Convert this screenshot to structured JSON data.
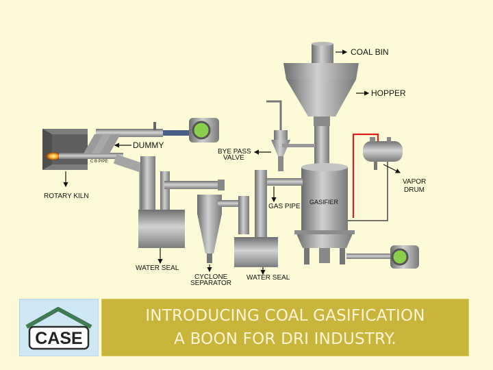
{
  "diagram": {
    "labels": {
      "coal_bin": "COAL BIN",
      "hopper": "HOPPER",
      "dummy": "DUMMY",
      "cb_pipe": "C B PIPE",
      "bye_pass_line1": "BYE PASS",
      "bye_pass_line2": "VALVE",
      "vapor_line1": "VAPOR",
      "vapor_line2": "DRUM",
      "rotary_kiln": "ROTARY KILN",
      "gas_pipe": "GAS PIPE",
      "gasifier": "GASIFIER",
      "water_seal_left": "WATER SEAL",
      "water_seal_right": "WATER SEAL",
      "cyclone_line1": "CYCLONE",
      "cyclone_line2": "SEPARATOR"
    }
  },
  "logo": {
    "text": "CASE"
  },
  "banner": {
    "line1": "INTRODUCING COAL GASIFICATION",
    "line2": "A BOON FOR DRI INDUSTRY."
  },
  "colors": {
    "background": "#fdfbd7",
    "banner": "#c9b43c",
    "banner_text": "#fdf6d6",
    "equipment": "#9a9a9a",
    "hot_line": "#e01b1b",
    "logo_bg": "#cfe7f3",
    "logo_roof": "#3f7a52"
  }
}
